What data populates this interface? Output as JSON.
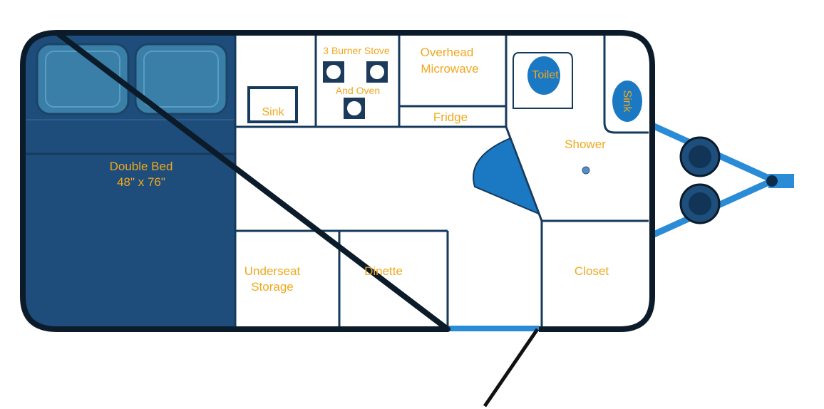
{
  "colors": {
    "outline": "#0b1b2a",
    "interior_line": "#163a5c",
    "bed": "#1e4d7b",
    "pillow": "#3a7fa8",
    "pillow_edge": "#1b4466",
    "fixture_blue": "#1b78c2",
    "hitch_blue": "#2a8bd6",
    "label": "#f0a81e",
    "door_line": "#111111"
  },
  "labels": {
    "bed": "Double Bed",
    "bed_size": "48\" x 76\"",
    "galley_sink": "Sink",
    "stove_line1": "3 Burner Stove",
    "stove_line2": "And Oven",
    "microwave_line1": "Overhead",
    "microwave_line2": "Microwave",
    "fridge": "Fridge",
    "toilet": "Toilet",
    "bath_sink": "Sink",
    "shower": "Shower",
    "storage_line1": "Underseat",
    "storage_line2": "Storage",
    "dinette": "Dinette",
    "closet": "Closet"
  },
  "icons": {
    "burner": "burner-ring-icon",
    "drain": "drain-icon",
    "wheel": "wheel-icon",
    "pillow": "pillow-icon"
  }
}
